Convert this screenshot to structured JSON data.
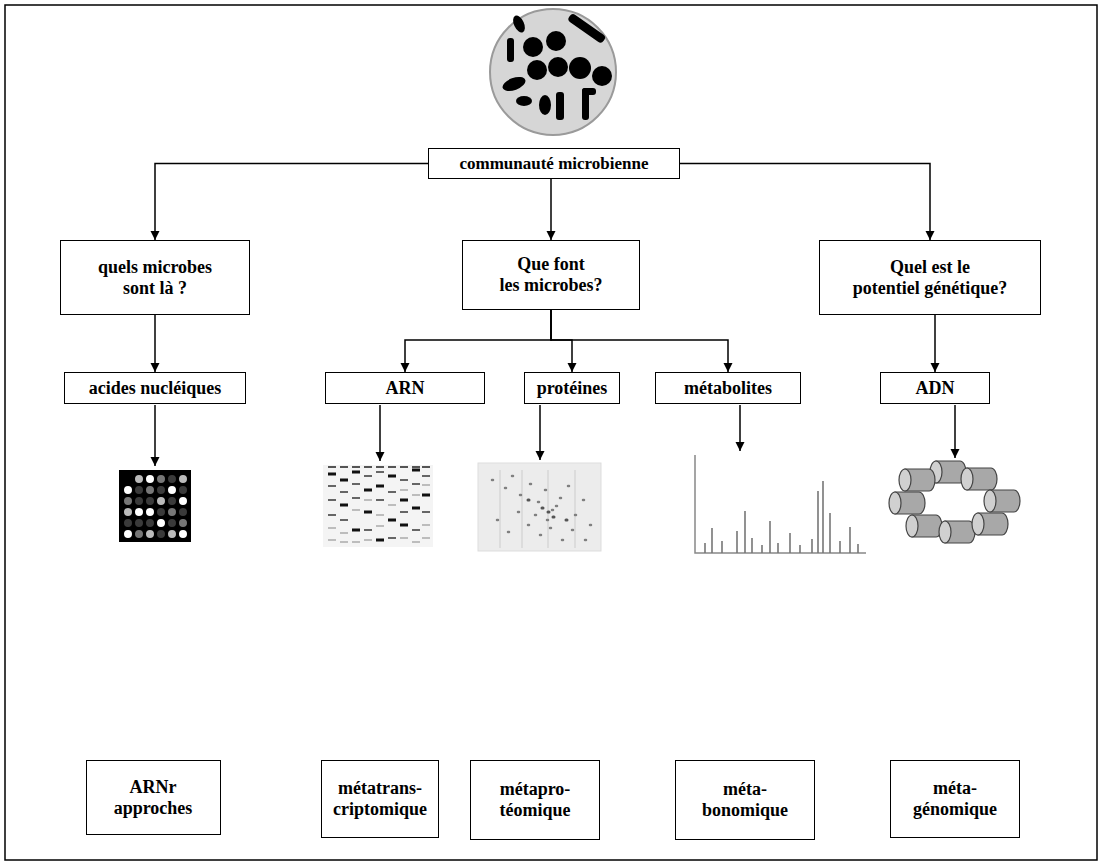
{
  "diagram": {
    "nodes": [
      {
        "text": [
          "communauté microbienne"
        ]
      },
      {
        "text": [
          "quels microbes sont là ?"
        ]
      },
      {
        "text": [
          "Que font les microbes?"
        ]
      },
      {
        "text": [
          "Quel est le potentiel génétique?"
        ]
      },
      {
        "text": [
          "acides nucléiques"
        ]
      },
      {
        "text": [
          "ARN"
        ]
      },
      {
        "text": [
          "protéines"
        ]
      },
      {
        "text": [
          "métabolites"
        ]
      },
      {
        "text": [
          "ADN"
        ]
      },
      {
        "text": [
          "ARNr approches"
        ]
      },
      {
        "text": [
          "métatrans- criptomique"
        ]
      },
      {
        "text": [
          "métapro- téomique"
        ]
      },
      {
        "text": [
          "méta- bonomique"
        ]
      },
      {
        "text": [
          "méta- génomique"
        ]
      }
    ],
    "edges": [
      {
        "from": 0,
        "to": 1,
        "arrow": "to"
      },
      {
        "from": 0,
        "to": 2,
        "arrow": "to"
      },
      {
        "from": 0,
        "to": 3,
        "arrow": "to"
      },
      {
        "from": 1,
        "to": 4,
        "arrow": "to"
      },
      {
        "from": 2,
        "to": 5,
        "arrow": "to"
      },
      {
        "from": 2,
        "to": 6,
        "arrow": "to"
      },
      {
        "from": 2,
        "to": 7,
        "arrow": "to"
      },
      {
        "from": 3,
        "to": 8,
        "arrow": "to"
      }
    ]
  }
}
